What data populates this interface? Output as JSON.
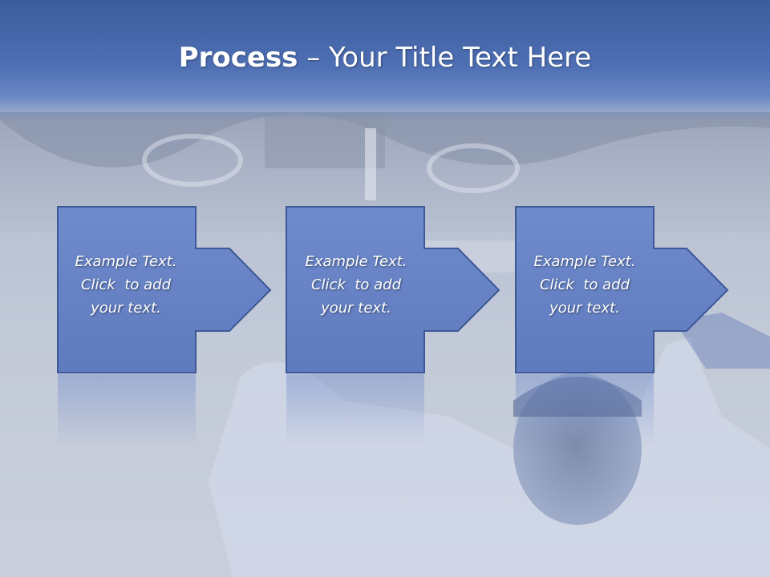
{
  "slide": {
    "title_bold": "Process",
    "title_rest": " – Your Title Text Here"
  },
  "steps": [
    {
      "lines": [
        "Example Text.",
        "Click  to add",
        "your text."
      ]
    },
    {
      "lines": [
        "Example Text.",
        "Click  to add",
        "your text."
      ]
    },
    {
      "lines": [
        "Example Text.",
        "Click  to add",
        "your text."
      ]
    }
  ],
  "colors": {
    "title_band": "#4e6fb4",
    "box_fill": "#6b86c8",
    "box_stroke": "#3d5896",
    "text": "#ffffff"
  }
}
